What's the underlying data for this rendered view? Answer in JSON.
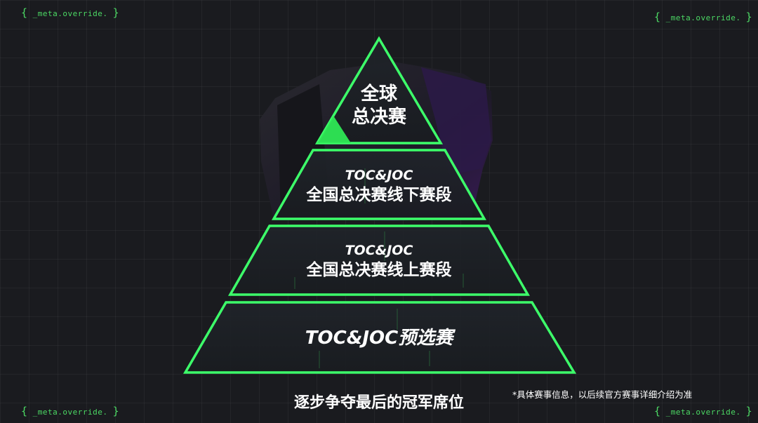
{
  "corners": {
    "top_left": "_meta.override.",
    "top_right": "_meta.override.",
    "bottom_left": "_meta.override.",
    "bottom_right": "_meta.override."
  },
  "pyramid": {
    "tier1_line1": "全球",
    "tier1_line2": "总决赛",
    "tier2_line1": "TOC&JOC",
    "tier2_line2": "全国总决赛线下赛段",
    "tier3_line1": "TOC&JOC",
    "tier3_line2": "全国总决赛线上赛段",
    "tier4_line1": "TOC&JOC预选赛"
  },
  "caption": "逐步争夺最后的冠军席位",
  "note": "*具体赛事信息，以后续官方赛事详细介绍为准",
  "colors": {
    "accent_green": "#3dff6a",
    "background": "#1a1b1f"
  }
}
